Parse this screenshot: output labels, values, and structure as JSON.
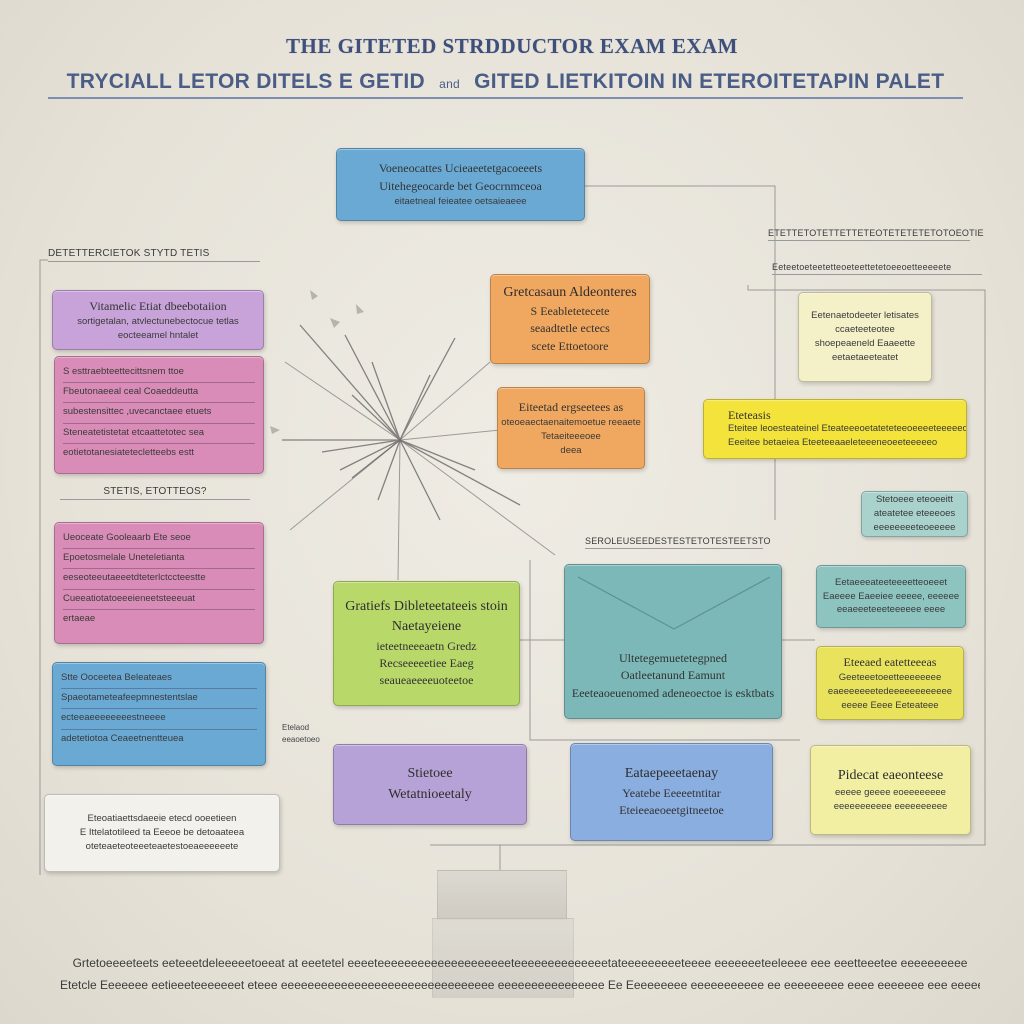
{
  "header": {
    "title": "THE GITETED STRDDUCTOR EXAM EXAM",
    "subtitle_left": "TRYCIALL LETOR DITELS E GETID",
    "subtitle_conn": "and",
    "subtitle_right": "GITED LIETKITOIN IN ETEROITETAPIN PALET"
  },
  "left_column": {
    "label_top": "DETETTERCIETOK STYTD TETIS",
    "label_mid": "STETIS, ETOTTEOS?",
    "purple_box": [
      "Vitamelic Etiat dbeebotaiion",
      "sortigetalan, atvlectunebectocue tetlas",
      "eocteeamel hntalet"
    ],
    "pink_box_1": [
      "S esttraebteettecittsnem ttoe",
      "Fbeutonaeeal ceal Coaeddeutta",
      "subestensittec ,uvecanctaee etuets",
      "Steneatetistetat etcaattetotec sea",
      "eotietotanesiatetecletteebs estt"
    ],
    "pink_box_2": [
      "Ueoceate Gooleaarb Ete seoe",
      "Epoetosmelale Uneteletianta",
      "eeseoteeutaeeetdteterlctccteestte",
      "Cueeatiotatoeeeieneetsteeeuat",
      "ertaeae"
    ],
    "blue_box": [
      "Stte Ooceetea Beleateaes",
      "Spaeotameteafeepmnestentslae",
      "ecteeaeeeeeeeestneeee",
      "adetetiotoa Ceaeetnentteuea"
    ],
    "white_box": [
      "Eteoatiaettsdaeeie etecd ooeetieen",
      "E Ittelatotileed ta Eeeoe be detoaateea",
      "oteteaeteoteeeteaetestoeaeeeeeete"
    ],
    "aside_note": [
      "Etelaod",
      "eeaoetoeo"
    ]
  },
  "center": {
    "blue_top": [
      "Voeneocattes Ucieaeetetgacoeeets",
      "Uitehegeocarde bet Geocrnmceoa",
      "eitaetneal feieatee oetsaieaeee"
    ],
    "orange_top": [
      "Gretcasaun Aldeonteres",
      "S Eeabletetecete",
      "seaadtetle ectecs",
      "scete Ettoetoore"
    ],
    "orange_mid": [
      "Eiteetad ergseetees as",
      "oteoeaectaenaitemoetue reeaete",
      "Tetaeiteeeoee",
      "deea"
    ],
    "green_box": [
      "Gratiefs Dibleteetateeis stoin",
      "Naetayeiene",
      "ieteetneeeaetn Gredz",
      "Recseeeeetiee Eaeg",
      "seaueaeeeeuoteetoe"
    ],
    "teal_big": [
      "Ultetegemuetetegpned",
      "Oatleetanund Eamunt",
      "Eeeteaoeuenomed adeneoectoe is esktbats"
    ],
    "label_teal": "SEROLEUSEEDESTESTETOTESTEETSTO",
    "purple_bottom": [
      "Stietoee",
      "Wetatnioeetaly"
    ],
    "blue_bottom": [
      "Eataepeeetaenay",
      "Yeatebe Eeeeetntitar",
      "Eteieeaeoeetgitneetoe"
    ]
  },
  "right_column": {
    "label_1": "ETETTETOTETTETTETEOTETETETETOTOEOTIE",
    "label_2": "Eeteetoeteetetteoeteettetetoeeoetteeeeete",
    "note_cream": [
      "Eetenaetodeeter letisates",
      "ccaeteeteotee",
      "shoepeaeneld Eaaeette",
      "eetaetaeeteatet"
    ],
    "yellow_wide": [
      "Eteteasis",
      "Eteitee leoesteateinel Eteateeeoetateteteeoeeeeteeeeeo",
      "Eeeitee betaeiea Eteeteeaaeleteeeneoeeteeeeeo"
    ],
    "teal_small": [
      "Stetoeee eteoeeitt",
      "ateatetee eteeeoes",
      "eeeeeeeeteoeeeee"
    ],
    "teal_mid": [
      "Eetaeeeateeteeeetteoeeet",
      "Eaeeee  Eaeeiee eeeee, eeeeee",
      "eeaeeeteeeteeeeee eeee"
    ],
    "yellow_mid": [
      "Eteeaed eatetteeeas",
      "Geeteeetoeetteeeeeeee",
      "eaeeeeeeetedeeeeeeeeeeee",
      "eeeee Eeee Eeteateee"
    ],
    "yellow_bottom": [
      "Pidecat eaeonteese",
      "eeeee  geeee eoeeeeeeee",
      "eeeeeeeeeee eeeeeeeeee"
    ]
  },
  "footer": {
    "line_1": "Grtetoeeeeteets eeteeetdeleeeeetoeeat at eeetetel eeeeteeeeeeeeeeeeeeeeeeeeteeeeeeeeeeeeeetateeeeeeeeeteeee eeeeeeeteeleeee eee eeetteeetee eeeeeeeeee",
    "line_2": "Etetcle Eeeeeee eetieeeteeeeeeet eteee eeeeeeeeeeeeeeeeeeeeeeeeeeeeeeee eeeeeeeeeeeeeeee Ee Eeeeeeeee eeeeeeeeeee ee eeeeeeeee eeee eeeeeee eee eeeeee"
  },
  "colors": {
    "blue": "#6aa9d4",
    "purple": "#c7a3d9",
    "pink": "#d98cb7",
    "orange": "#f0a760",
    "yellow": "#f3e33a",
    "green": "#b8d86a",
    "teal": "#7cb8b8",
    "lavender": "#b6a2d6"
  }
}
